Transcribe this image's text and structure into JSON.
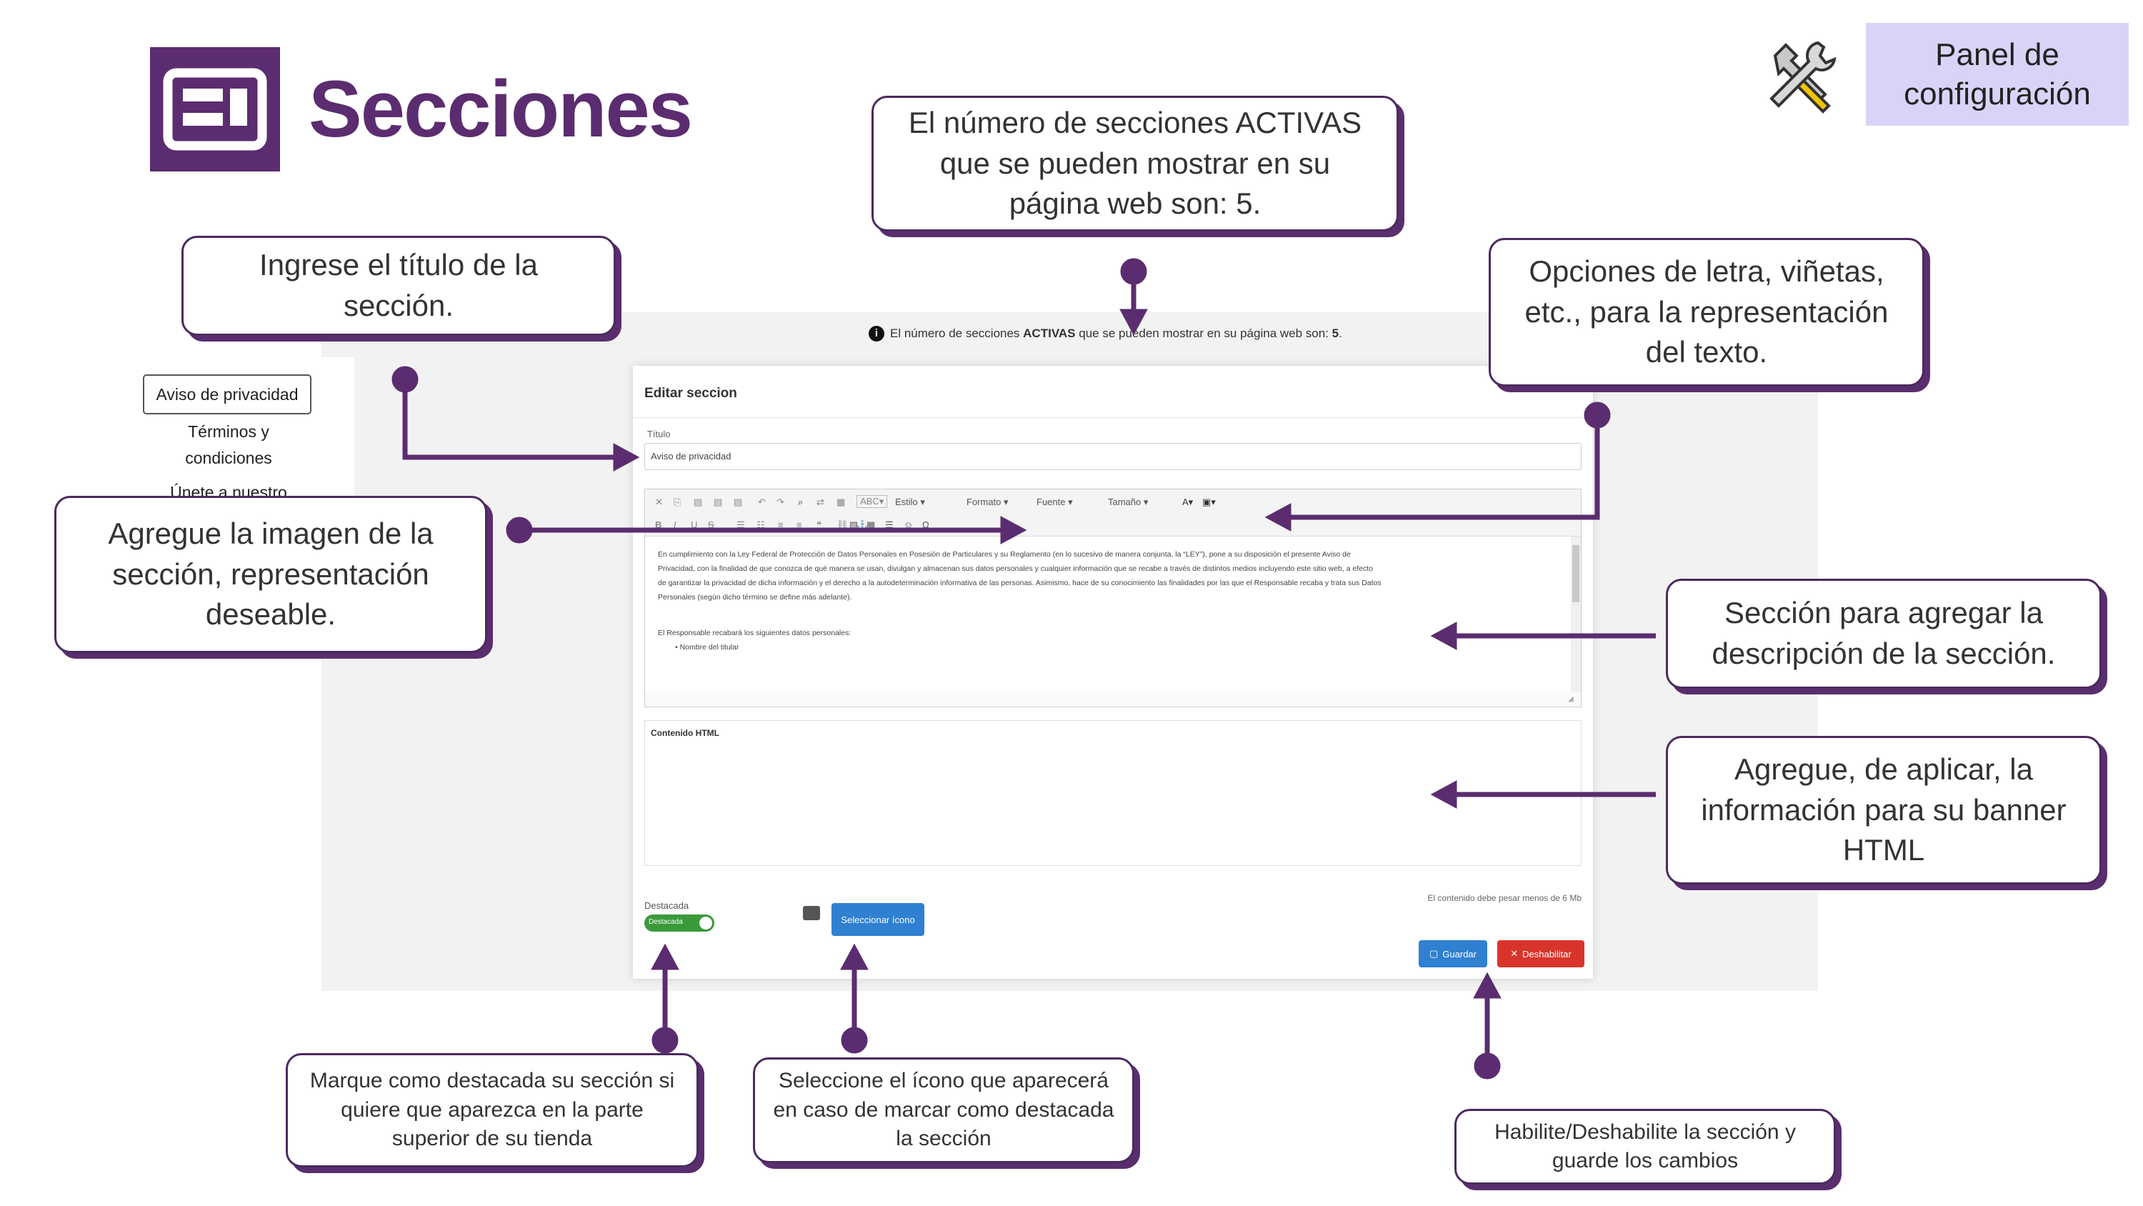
{
  "header": {
    "title": "Secciones",
    "panel_label": "Panel de\nconfiguración",
    "logo_icon": "sections-layout-icon",
    "tools_icon": "wrench-hammer-icon"
  },
  "colors": {
    "brand_purple": "#5b2c6f",
    "panel_lavender": "#d9d4f7",
    "save_blue": "#2f80d1",
    "disable_red": "#d9342b",
    "toggle_green": "#3a9a3a"
  },
  "callouts": {
    "title": "Ingrese el título de la sección.",
    "active_count": "El número de secciones ACTIVAS que se pueden mostrar en su página web son: 5.",
    "font_options": "Opciones de letra, viñetas, etc., para la representación del texto.",
    "image": "Agregue la imagen de la sección, representación deseable.",
    "description": "Sección para agregar la descripción de la sección.",
    "html_banner": "Agregue, de aplicar, la información para su banner HTML",
    "featured": "Marque como destacada su sección si quiere que aparezca en la parte superior de su tienda",
    "icon": "Seleccione el ícono que aparecerá en caso de marcar como destacada la sección",
    "enable": "Habilite/Deshabilite la sección y guarde los cambios"
  },
  "sidebar": {
    "items": [
      "Aviso de privacidad",
      "Términos y\ncondiciones",
      "Únete a nuestro"
    ]
  },
  "screen": {
    "notice_prefix": "El número de secciones ",
    "notice_bold": "ACTIVAS",
    "notice_mid": " que se pueden mostrar en su página web son: ",
    "notice_count": "5",
    "notice_end": ".",
    "modal_title": "Editar seccion",
    "title_label": "Título",
    "title_value": "Aviso de privacidad",
    "toolbar": {
      "style": "Estilo",
      "format": "Formato",
      "font": "Fuente",
      "size": "Tamaño"
    },
    "editor_lines": [
      "En cumplimiento con la Ley Federal de Protección de Datos Personales en Posesión de Particulares y su Reglamento (en lo sucesivo de manera conjunta, la “LEY”), pone a su disposición el presente Aviso de",
      "Privacidad, con la finalidad de que conozca de qué manera se usan, divulgan y almacenan sus datos personales y cualquier información que se recabe a través de distintos medios incluyendo este sitio web, a efecto",
      "de garantizar la privacidad de dicha información y el derecho a la autodeterminación informativa de las personas. Asimismo, hace de su conocimiento las finalidades por las que el Responsable recaba y trata sus Datos",
      "Personales (según dicho término se define más adelante)."
    ],
    "editor_para2": "El Responsable recabará los siguientes datos personales:",
    "editor_bullet": "Nombre del titular",
    "html_label": "Contenido HTML",
    "size_note": "El contenido debe pesar menos de 6 Mb",
    "featured_label": "Destacada",
    "toggle_text": "Destacada",
    "select_icon_button": "Seleccionar ícono",
    "save_button": "Guardar",
    "disable_button": "Deshabilitar"
  }
}
